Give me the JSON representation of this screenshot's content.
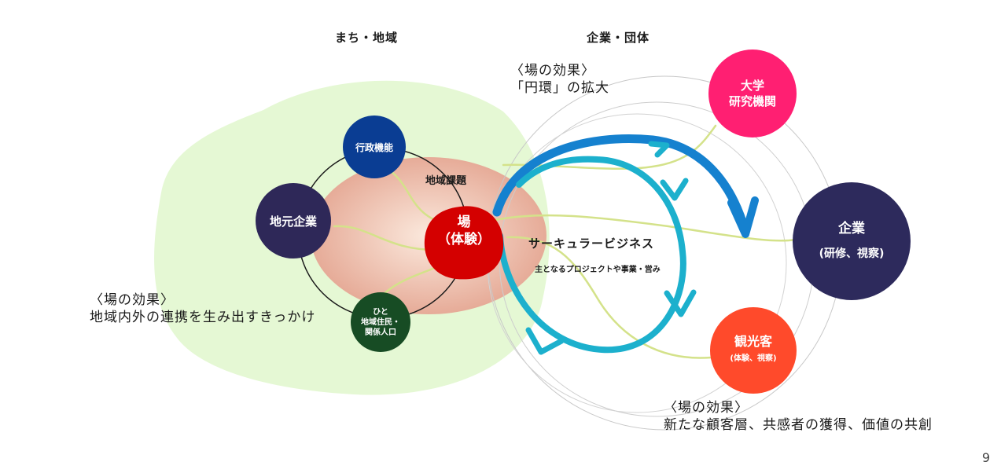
{
  "headers": {
    "left": "まち・地域",
    "right": "企業・団体"
  },
  "center": {
    "line1": "場",
    "line2": "（体験）"
  },
  "region_label": "地域課題",
  "business": {
    "title": "サーキュラービジネス",
    "subtitle": "主となるプロジェクトや事業・営み"
  },
  "nodes": {
    "gyosei": "行政機能",
    "jimoto": "地元企業",
    "hito": {
      "line1": "ひと",
      "line2": "地域住民・",
      "line3": "関係人口"
    },
    "daigaku": {
      "line1": "大学",
      "line2": "研究機関"
    },
    "kigyo": {
      "line1": "企業",
      "line2": "(研修、視察)"
    },
    "kanko": {
      "line1": "観光客",
      "line2": "(体験、視察)"
    }
  },
  "notes": {
    "left": {
      "line1": "〈場の効果〉",
      "line2": "地域内外の連携を生み出すきっかけ"
    },
    "top": {
      "line1": "〈場の効果〉",
      "line2": "「円環」の拡大"
    },
    "bottom": {
      "line1": "〈場の効果〉",
      "line2": "新たな顧客層、共感者の獲得、価値の共創"
    }
  },
  "colors": {
    "town_area": "#e5f8d4",
    "issue_area": "#e9b7a4",
    "center": "#d40000",
    "gyosei": "#0a3d93",
    "jimoto": "#2e2858",
    "hito": "#174c24",
    "daigaku": "#ff1f72",
    "kigyo": "#2d2a5c",
    "kanko": "#ff4a2b",
    "arrow_outer": "#1581cf",
    "arrow_inner": "#1cb0cd",
    "connector": "#d4e28a"
  },
  "page_number": "9"
}
